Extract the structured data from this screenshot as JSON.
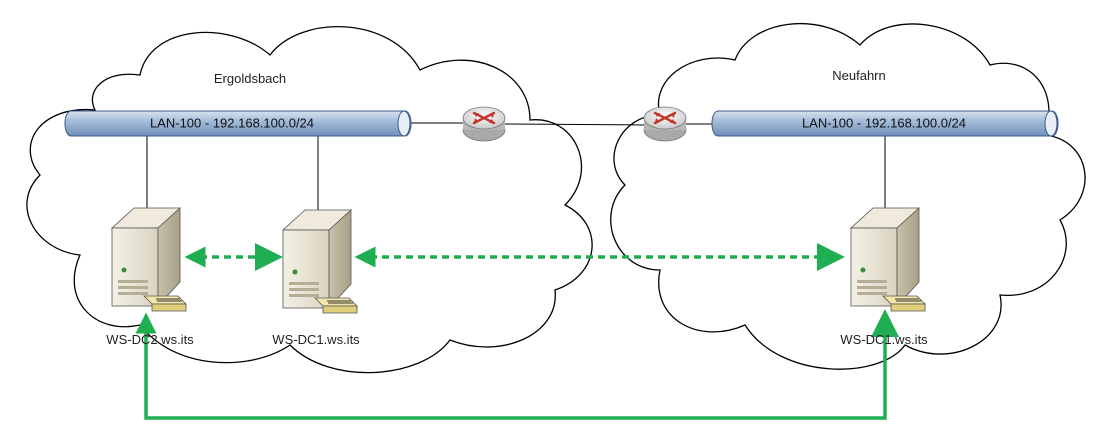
{
  "sites": [
    {
      "name": "Ergoldsbach",
      "lan_label": "LAN-100 - 192.168.100.0/24"
    },
    {
      "name": "Neufahrn",
      "lan_label": "LAN-100 - 192.168.100.0/24"
    }
  ],
  "servers": [
    {
      "label": "WS-DC2.ws.its",
      "site": "Ergoldsbach"
    },
    {
      "label": "WS-DC1.ws.its",
      "site": "Ergoldsbach"
    },
    {
      "label": "WS-DC1.ws.its",
      "site": "Neufahrn"
    }
  ],
  "routers": [
    {
      "icon": "router-icon",
      "site": "Ergoldsbach"
    },
    {
      "icon": "router-icon",
      "site": "Neufahrn"
    }
  ],
  "links": {
    "replication_color": "#1fae52",
    "wire_color": "#000000"
  },
  "colors": {
    "lan_bar_fill": "#a9bfd9",
    "lan_bar_stroke": "#3a5a8a",
    "cloud_stroke": "#000000"
  }
}
